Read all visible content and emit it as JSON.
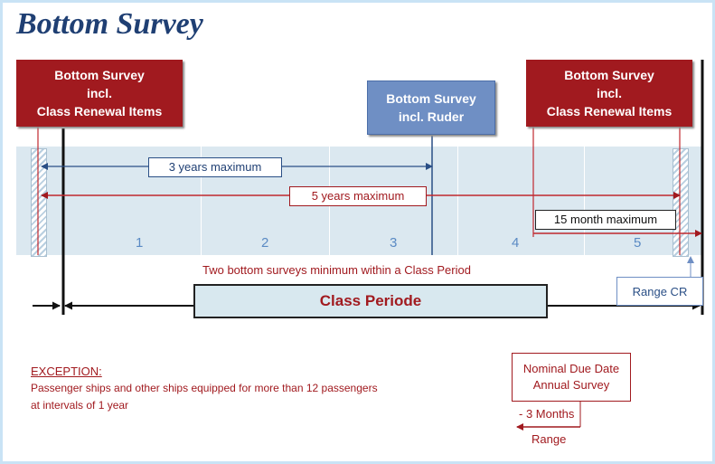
{
  "title": "Bottom Survey",
  "box_left": {
    "l1": "Bottom Survey",
    "l2": "incl.",
    "l3": "Class Renewal Items"
  },
  "box_mid": {
    "l1": "Bottom Survey",
    "l2": "incl. Ruder"
  },
  "box_right": {
    "l1": "Bottom Survey",
    "l2": "incl.",
    "l3": "Class Renewal Items"
  },
  "arrow_3y": "3 years maximum",
  "arrow_5y": "5 years maximum",
  "arrow_15m": "15 month maximum",
  "years": [
    "1",
    "2",
    "3",
    "4",
    "5"
  ],
  "two_surveys": "Two bottom surveys minimum within a Class Period",
  "class_periode": "Class Periode",
  "range_cr": "Range CR",
  "exception": {
    "title": "EXCEPTION:",
    "line1": "Passenger ships and other ships equipped for more than 12 passengers",
    "line2": "at intervals of 1 year"
  },
  "nominal": {
    "l1": "Nominal Due Date",
    "l2": "Annual Survey"
  },
  "minus3": "- 3 Months",
  "range": "Range",
  "colors": {
    "dark_red": "#a11a1f",
    "navy": "#1f3f73",
    "steel_blue": "#6f8fc4",
    "band": "#dbe8f0"
  }
}
